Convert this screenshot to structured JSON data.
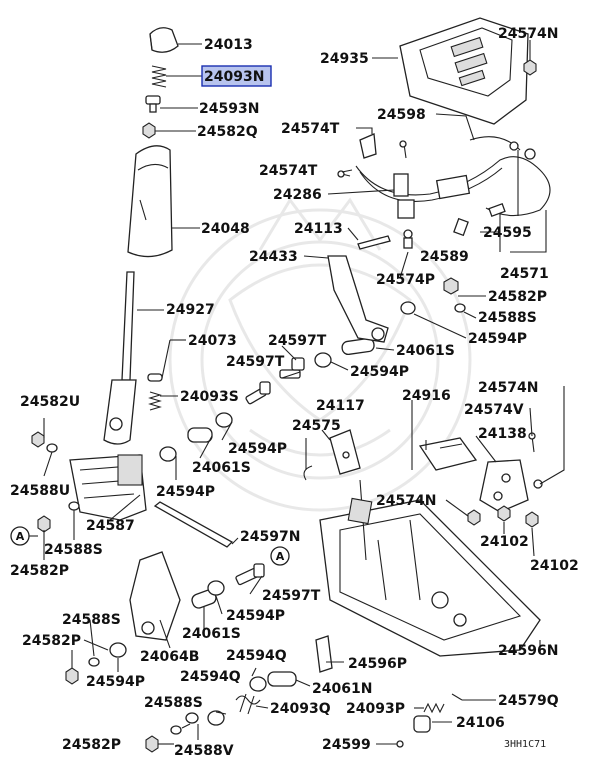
{
  "diagram": {
    "title": "",
    "reference_code": "3HH1C71",
    "highlighted_part": "24093N",
    "reference_marker": "A",
    "part_labels": {
      "p24013": "24013",
      "p24093N": "24093N",
      "p24593N": "24593N",
      "p24582Q": "24582Q",
      "p24935": "24935",
      "p24574N_top": "24574N",
      "p24598": "24598",
      "p24574T_a": "24574T",
      "p24574T_b": "24574T",
      "p24286": "24286",
      "p24048": "24048",
      "p24113": "24113",
      "p24595": "24595",
      "p24433": "24433",
      "p24589": "24589",
      "p24571": "24571",
      "p24574P": "24574P",
      "p24582P_a": "24582P",
      "p24588S_a": "24588S",
      "p24927": "24927",
      "p24594P_a": "24594P",
      "p24073": "24073",
      "p24597T_a": "24597T",
      "p24061S_a": "24061S",
      "p24597T_b": "24597T",
      "p24594P_b": "24594P",
      "p24093S": "24093S",
      "p24574N_mid": "24574N",
      "p24574V": "24574V",
      "p24582U": "24582U",
      "p24916": "24916",
      "p24117": "24117",
      "p24138": "24138",
      "p24575": "24575",
      "p24594P_c": "24594P",
      "p24061S_b": "24061S",
      "p24588U": "24588U",
      "p24594P_d": "24594P",
      "p24574N_low": "24574N",
      "p24587": "24587",
      "p24102_a": "24102",
      "p24588S_b": "24588S",
      "p24597N": "24597N",
      "p24102_b": "24102",
      "p24582P_b": "24582P",
      "p24597T_c": "24597T",
      "p24594P_e": "24594P",
      "p24588S_c": "24588S",
      "p24061S_c": "24061S",
      "p24582P_c": "24582P",
      "p24064B": "24064B",
      "p24594Q_a": "24594Q",
      "p24596P": "24596P",
      "p24594P_f": "24594P",
      "p24596N": "24596N",
      "p24594Q_b": "24594Q",
      "p24061N": "24061N",
      "p24579Q": "24579Q",
      "p24588S_d": "24588S",
      "p24093Q": "24093Q",
      "p24093P": "24093P",
      "p24106": "24106",
      "p24582P_d": "24582P",
      "p24588V": "24588V",
      "p24599": "24599"
    }
  }
}
